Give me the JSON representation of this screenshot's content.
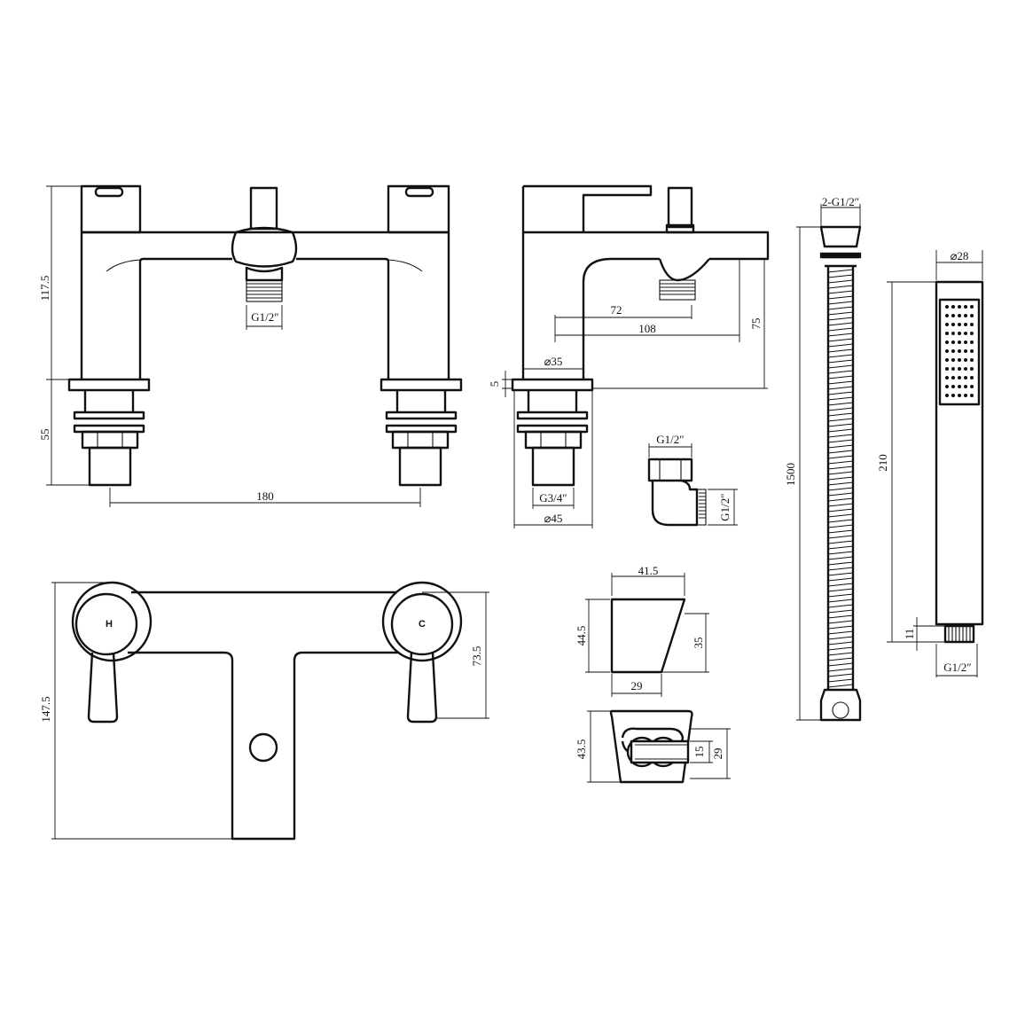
{
  "drawing": {
    "front_view": {
      "height": "117.5",
      "base_height": "55",
      "centers": "180",
      "outlet_thread": "G1/2″"
    },
    "side_view": {
      "spout_72": "72",
      "spout_108": "108",
      "spout_height": "75",
      "base_dia": "⌀35",
      "plate_dia": "⌀45",
      "plate_thk": "5",
      "inlet_thread": "G3/4″"
    },
    "elbow": {
      "top_thread": "G1/2″",
      "side_thread": "G1/2″"
    },
    "hose": {
      "threads": "2-G1/2″",
      "length": "1500"
    },
    "handshower": {
      "dia": "⌀28",
      "length": "210",
      "thread_len": "11",
      "thread": "G1/2″"
    },
    "plan_view": {
      "depth": "147.5",
      "handle_depth": "73.5",
      "hot_mark": "H",
      "cold_mark": "C"
    },
    "bracket_side": {
      "width_top": "41.5",
      "height_left": "44.5",
      "height_right": "35",
      "width_bottom": "29"
    },
    "bracket_front": {
      "height": "43.5",
      "inner": "15",
      "outer": "29"
    }
  }
}
